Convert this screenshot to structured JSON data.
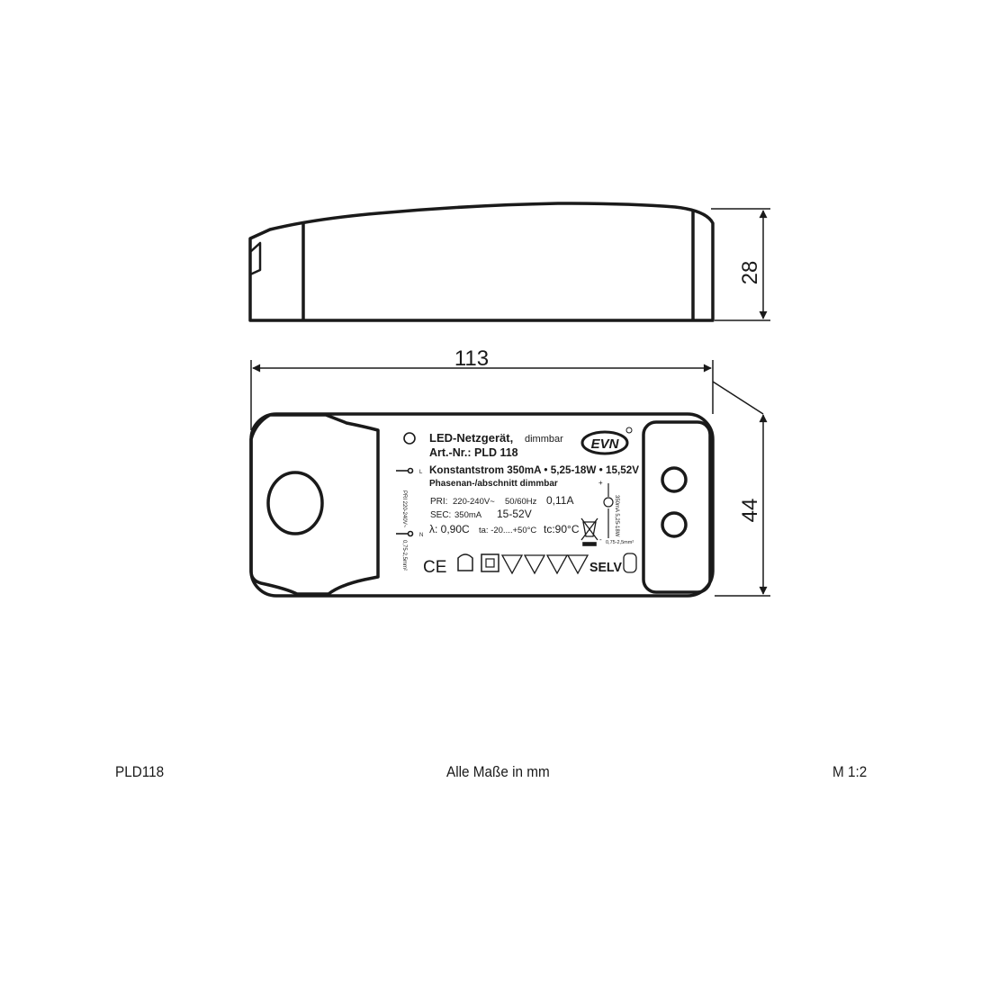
{
  "dimensions": {
    "height": "28",
    "length": "113",
    "width": "44"
  },
  "label": {
    "title": "LED-Netzgerät,",
    "title_suffix": "dimmbar",
    "article": "Art.-Nr.: PLD 118",
    "spec_line": "Konstantstrom 350mA • 5,25-18W • 15,52V",
    "dimming": "Phasenan-/abschnitt dimmbar",
    "pri_label": "PRI:",
    "pri_voltage": "220-240V~",
    "pri_freq": "50/60Hz",
    "pri_current": "0,11A",
    "sec_label": "SEC:",
    "sec_current": "350mA",
    "sec_voltage": "15-52V",
    "lambda": "λ: 0,90C",
    "ta": "ta: -20....+50°C",
    "tc": "tc:90°C",
    "brand": "EVN",
    "selv": "SELV",
    "ce": "CE",
    "input_side_text": "PRI 220-240V~",
    "output_side_text": "350mA 5,25-18W",
    "bottom_side_text": "0,75-2,5mm²",
    "right_bottom_text": "0,75-2,5mm²",
    "l_terminal": "L",
    "n_terminal": "N",
    "plus_terminal": "+",
    "minus_terminal": "-"
  },
  "footer": {
    "model": "PLD118",
    "units_note": "Alle Maße in mm",
    "scale": "M 1:2"
  }
}
